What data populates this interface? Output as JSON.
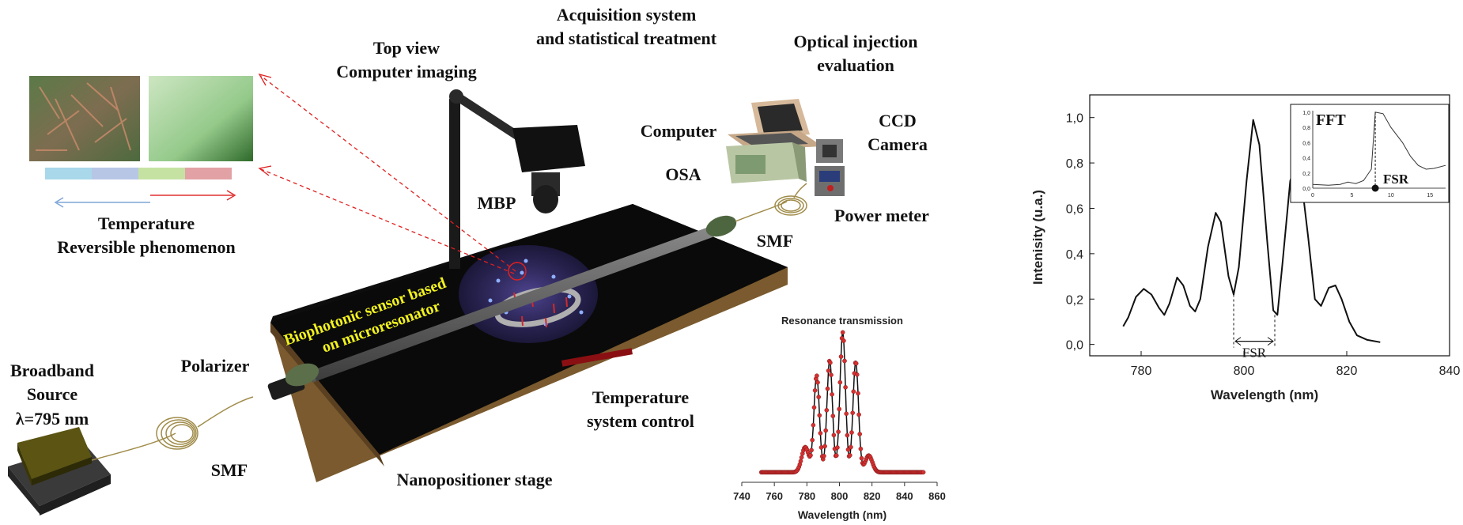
{
  "diagram": {
    "labels": {
      "acquisition_l1": "Acquisition system",
      "acquisition_l2": "and statistical treatment",
      "topview_l1": "Top view",
      "topview_l2": "Computer imaging",
      "optical_l1": "Optical injection",
      "optical_l2": "evaluation",
      "computer": "Computer",
      "ccd_l1": "CCD",
      "ccd_l2": "Camera",
      "osa": "OSA",
      "mbp": "MBP",
      "power_meter": "Power meter",
      "smf_top": "SMF",
      "smf_bottom": "SMF",
      "temperature": "Temperature",
      "reversible": "Reversible phenomenon",
      "biophotonic_l1": "Biophotonic sensor based",
      "biophotonic_l2": "on microresonator",
      "broadband_l1": "Broadband",
      "broadband_l2": "Source",
      "broadband_l3": "λ=795 nm",
      "polarizer": "Polarizer",
      "temp_control_l1": "Temperature",
      "temp_control_l2": "system control",
      "nanopositioner": "Nanopositioner stage"
    },
    "colors": {
      "stage_top": "#0d0d0d",
      "bar_segments": [
        "#a8d8ea",
        "#b8c6e6",
        "#c6e2a3",
        "#e2a1a5"
      ],
      "laser_dashed": "#e02020",
      "text_yellow": "#f2f21e",
      "fiber": "#a08c4a"
    }
  },
  "chart_data": [
    {
      "type": "line",
      "title": "Resonance transmission",
      "xlabel": "Wavelength (nm)",
      "ylabel": "",
      "xlim": [
        740,
        860
      ],
      "xticks": [
        "740",
        "760",
        "780",
        "800",
        "820",
        "840",
        "860"
      ],
      "series_color": "#d43030",
      "peaks": [
        {
          "x": 779,
          "y": 0.18,
          "w": 2.2
        },
        {
          "x": 786,
          "y": 0.69,
          "w": 1.7
        },
        {
          "x": 794,
          "y": 0.8,
          "w": 1.7
        },
        {
          "x": 802,
          "y": 1.0,
          "w": 1.7
        },
        {
          "x": 810,
          "y": 0.79,
          "w": 1.7
        },
        {
          "x": 818,
          "y": 0.12,
          "w": 2.2
        }
      ]
    },
    {
      "type": "line",
      "title": "",
      "xlabel": "Wavelength (nm)",
      "ylabel": "Intenisity (u.a.)",
      "xlim": [
        770,
        840
      ],
      "ylim": [
        -0.05,
        1.1
      ],
      "xticks": [
        "780",
        "800",
        "820",
        "840"
      ],
      "yticks": [
        "0,0",
        "0,2",
        "0,4",
        "0,6",
        "0,8",
        "1,0"
      ],
      "annotation": "FSR",
      "points": [
        [
          776.5,
          0.08
        ],
        [
          777.5,
          0.12
        ],
        [
          779,
          0.21
        ],
        [
          780.5,
          0.245
        ],
        [
          782,
          0.22
        ],
        [
          783.5,
          0.16
        ],
        [
          784.5,
          0.13
        ],
        [
          785.5,
          0.18
        ],
        [
          787,
          0.295
        ],
        [
          788.2,
          0.26
        ],
        [
          789.5,
          0.17
        ],
        [
          790.5,
          0.145
        ],
        [
          791.5,
          0.2
        ],
        [
          793,
          0.43
        ],
        [
          794.5,
          0.58
        ],
        [
          795.5,
          0.54
        ],
        [
          797,
          0.3
        ],
        [
          798,
          0.22
        ],
        [
          799,
          0.34
        ],
        [
          800.5,
          0.72
        ],
        [
          801.8,
          0.99
        ],
        [
          803,
          0.88
        ],
        [
          804.5,
          0.46
        ],
        [
          805.7,
          0.15
        ],
        [
          806.5,
          0.13
        ],
        [
          807.5,
          0.36
        ],
        [
          809,
          0.72
        ],
        [
          810,
          0.8
        ],
        [
          811.2,
          0.72
        ],
        [
          812.5,
          0.47
        ],
        [
          813.8,
          0.2
        ],
        [
          815,
          0.17
        ],
        [
          816.5,
          0.25
        ],
        [
          817.8,
          0.26
        ],
        [
          819,
          0.2
        ],
        [
          820.5,
          0.1
        ],
        [
          822,
          0.04
        ],
        [
          824,
          0.02
        ],
        [
          826.5,
          0.01
        ]
      ],
      "inset": {
        "title": "FFT",
        "annotation": "FSR",
        "xticks": [
          "0",
          "5",
          "10",
          "15"
        ],
        "yticks": [
          "0,0",
          "0,2",
          "0,4",
          "0,6",
          "0,8",
          "1,0"
        ],
        "xlim": [
          0,
          17
        ],
        "ylim": [
          0,
          1.02
        ],
        "marker_x": 8.0,
        "points": [
          [
            0,
            0.05
          ],
          [
            2,
            0.04
          ],
          [
            3.5,
            0.05
          ],
          [
            4.5,
            0.08
          ],
          [
            5.5,
            0.06
          ],
          [
            6.5,
            0.1
          ],
          [
            7.5,
            0.25
          ],
          [
            8,
            1.0
          ],
          [
            9,
            0.98
          ],
          [
            10,
            0.8
          ],
          [
            11.5,
            0.6
          ],
          [
            12.5,
            0.42
          ],
          [
            13.5,
            0.3
          ],
          [
            14.5,
            0.25
          ],
          [
            15.5,
            0.26
          ],
          [
            17,
            0.3
          ]
        ]
      }
    }
  ]
}
